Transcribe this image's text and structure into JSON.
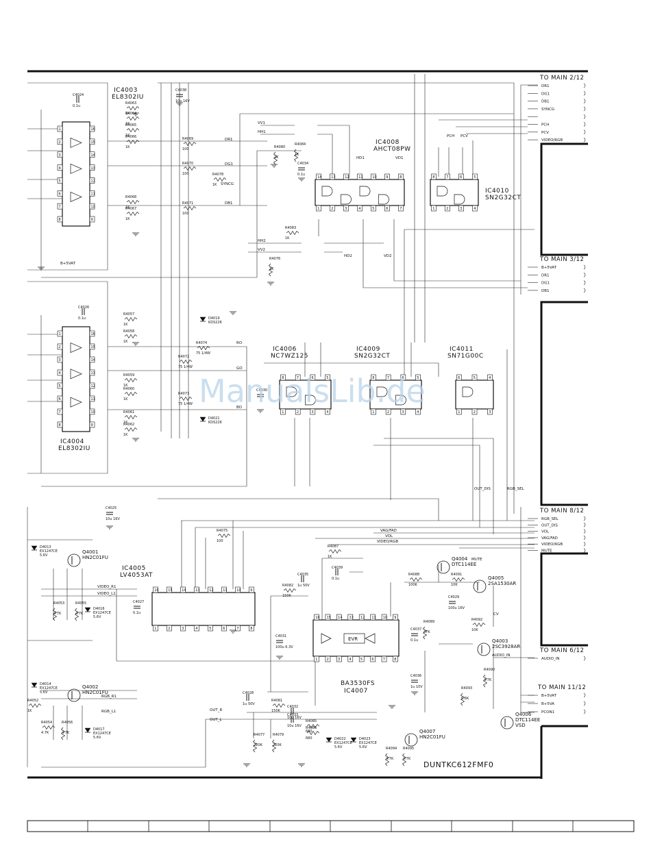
{
  "connectors": [
    {
      "title": "TO MAIN 2/12",
      "pins": [
        "DR1",
        "DG1",
        "DB1",
        "SYNCG",
        "",
        "PCH",
        "PCV",
        "VIDEO/RGB"
      ]
    },
    {
      "title": "TO MAIN 3/12",
      "pins": [
        "B+5VAT",
        "DR1",
        "DG1",
        "DB1"
      ]
    },
    {
      "title": "TO MAIN 8/12",
      "pins": [
        "RGB_SEL",
        "OUT_DIS",
        "VOL",
        "VAG/FAD",
        "VIDEO/RGB",
        "MUTE"
      ]
    },
    {
      "title": "TO MAIN 6/12",
      "pins": [
        "AUDIO_IN"
      ]
    },
    {
      "title": "TO MAIN 11/12",
      "pins": [
        "B+5VAT",
        "B+5VA",
        "PCON1"
      ]
    }
  ],
  "ics": {
    "ic4003": {
      "ref": "IC4003",
      "part": "EL8302IU"
    },
    "ic4004": {
      "ref": "IC4004",
      "part": "EL8302IU"
    },
    "ic4008": {
      "ref": "IC4008",
      "part": "AHCT08PW"
    },
    "ic4010": {
      "ref": "IC4010",
      "part": "SN2G32CT"
    },
    "ic4006": {
      "ref": "IC4006",
      "part": "NC7WZ125"
    },
    "ic4009": {
      "ref": "IC4009",
      "part": "SN2G32CT"
    },
    "ic4011": {
      "ref": "IC4011",
      "part": "SN71G00C"
    },
    "ic4005": {
      "ref": "IC4005",
      "part": "LV4053AT"
    },
    "ic4007": {
      "ref": "IC4007",
      "part": "BA3530FS"
    }
  },
  "transistors": [
    {
      "ref": "Q4001",
      "part": "HN2C01FU"
    },
    {
      "ref": "Q4002",
      "part": "HN2C01FU"
    },
    {
      "ref": "Q4004",
      "part": "DTC114EE"
    },
    {
      "ref": "Q4005",
      "part": "2SA1530AR"
    },
    {
      "ref": "Q4003",
      "part": "2SC3928AR"
    },
    {
      "ref": "Q4007",
      "part": "HN2C01FU"
    },
    {
      "ref": "Q4006",
      "part": "DTC114EE",
      "suffix": "VSD"
    }
  ],
  "diodes": [
    {
      "ref": "D4019",
      "part": "KDS226"
    },
    {
      "ref": "D4021",
      "part": "KDS226"
    },
    {
      "ref": "D4013",
      "part": "EX1247CE",
      "value": "5.6V"
    },
    {
      "ref": "D4014",
      "part": "EX1247CE",
      "value": "5.6V"
    },
    {
      "ref": "D4016",
      "part": "EX1247CE",
      "value": "5.6V"
    },
    {
      "ref": "D4017",
      "part": "EX1247CE",
      "value": "5.6V"
    },
    {
      "ref": "D4022",
      "part": "EX1247CE",
      "value": "5.6V"
    },
    {
      "ref": "D4023",
      "part": "EX1247CE",
      "value": "5.6V"
    }
  ],
  "resistors": [
    {
      "ref": "R4063",
      "value": "1K"
    },
    {
      "ref": "R4064",
      "value": "1K"
    },
    {
      "ref": "R4065",
      "value": "1K"
    },
    {
      "ref": "R4066",
      "value": "1K"
    },
    {
      "ref": "R4068",
      "value": "1K"
    },
    {
      "ref": "R4067",
      "value": "1K"
    },
    {
      "ref": "R4069",
      "value": "100"
    },
    {
      "ref": "R4070",
      "value": "100"
    },
    {
      "ref": "R4071",
      "value": "100"
    },
    {
      "ref": "R4078",
      "value": "1K"
    },
    {
      "ref": "R4080",
      "value": "1K"
    },
    {
      "ref": "R4084",
      "value": "1K"
    },
    {
      "ref": "R4083",
      "value": "1K"
    },
    {
      "ref": "R4076",
      "value": "1K"
    },
    {
      "ref": "R4057",
      "value": "1K"
    },
    {
      "ref": "R4058",
      "value": "1K"
    },
    {
      "ref": "R4074",
      "value": "75 1/4W"
    },
    {
      "ref": "R4072",
      "value": "75 1/4W"
    },
    {
      "ref": "R4073",
      "value": "75 1/4W"
    },
    {
      "ref": "R4059",
      "value": "1K"
    },
    {
      "ref": "R4060",
      "value": "1K"
    },
    {
      "ref": "R4061",
      "value": "1K"
    },
    {
      "ref": "R4062",
      "value": "1K"
    },
    {
      "ref": "R4075",
      "value": "100"
    },
    {
      "ref": "R4087",
      "value": "1K"
    },
    {
      "ref": "R4082",
      "value": "150K"
    },
    {
      "ref": "R4081",
      "value": "150K"
    },
    {
      "ref": "R4088",
      "value": "100K"
    },
    {
      "ref": "R4091",
      "value": "10K"
    },
    {
      "ref": "R4089",
      "value": "47K"
    },
    {
      "ref": "R4092",
      "value": "10K"
    },
    {
      "ref": "R4090",
      "value": "4.7K"
    },
    {
      "ref": "R4093",
      "value": "5.6K"
    },
    {
      "ref": "R4053",
      "value": "4.7K"
    },
    {
      "ref": "R4055",
      "value": "4.7K"
    },
    {
      "ref": "R4052",
      "value": "1K"
    },
    {
      "ref": "R4054",
      "value": "4.7K"
    },
    {
      "ref": "R4056",
      "value": "4.7K"
    },
    {
      "ref": "R4077",
      "value": "220K"
    },
    {
      "ref": "R4079",
      "value": "220K"
    },
    {
      "ref": "R4085",
      "value": "680"
    },
    {
      "ref": "R4086",
      "value": "680"
    },
    {
      "ref": "R4094",
      "value": "4.7K"
    },
    {
      "ref": "R4095",
      "value": "4.7K"
    }
  ],
  "capacitors": [
    {
      "ref": "C4024",
      "value": "0.1u"
    },
    {
      "ref": "C4038",
      "value": "10u 16V"
    },
    {
      "ref": "C4034",
      "value": "0.1u"
    },
    {
      "ref": "C4026",
      "value": "0.1u"
    },
    {
      "ref": "C4030",
      "value": ""
    },
    {
      "ref": "C4025",
      "value": "10u 16V"
    },
    {
      "ref": "C4027",
      "value": "0.1u"
    },
    {
      "ref": "C4035",
      "value": "1u 50V"
    },
    {
      "ref": "C4039",
      "value": "0.1u"
    },
    {
      "ref": "C4029",
      "value": "100u 16V"
    },
    {
      "ref": "C4031",
      "value": "100u 6.3V"
    },
    {
      "ref": "C4037",
      "value": "0.1u"
    },
    {
      "ref": "C4036",
      "value": "1u 10V"
    },
    {
      "ref": "C4028",
      "value": "1u 50V"
    },
    {
      "ref": "C4032",
      "value": "10u 16V"
    },
    {
      "ref": "C4033",
      "value": "10u 16V"
    }
  ],
  "signals": {
    "vh1": "VV1",
    "hh1": "HH1",
    "hh2": "HH2",
    "vv2": "VV2",
    "bplus5vat": "B+5VAT",
    "dr1": "DR1",
    "dg1": "DG1",
    "db1": "DB1",
    "syncg": "SYNCG",
    "ro": "RO",
    "go": "GO",
    "bo": "BO",
    "vol": "VOL",
    "vag_fad": "VAG/FAD",
    "video_rgb": "VIDEO/RGB",
    "mute": "MUTE",
    "video_r1": "VIDEO_R1",
    "video_l1": "VIDEO_L1",
    "rgb_r1": "RGB_R1",
    "rgb_l1": "RGB_L1",
    "out_r": "OUT_R",
    "out_l": "OUT_L",
    "audio_in": "AUDIO_IN",
    "pch": "PCH",
    "pcv": "PCV",
    "hd1": "HD1",
    "vd1": "VD1",
    "vd2": "VD2",
    "hd2": "HD2",
    "out_dis": "OUT_DIS",
    "rgb_sel": "RGB_SEL",
    "cv": "CV",
    "evr": "EVR"
  },
  "board_name": "DUNTKC612FMF0",
  "watermark": "ManualsLib.de"
}
